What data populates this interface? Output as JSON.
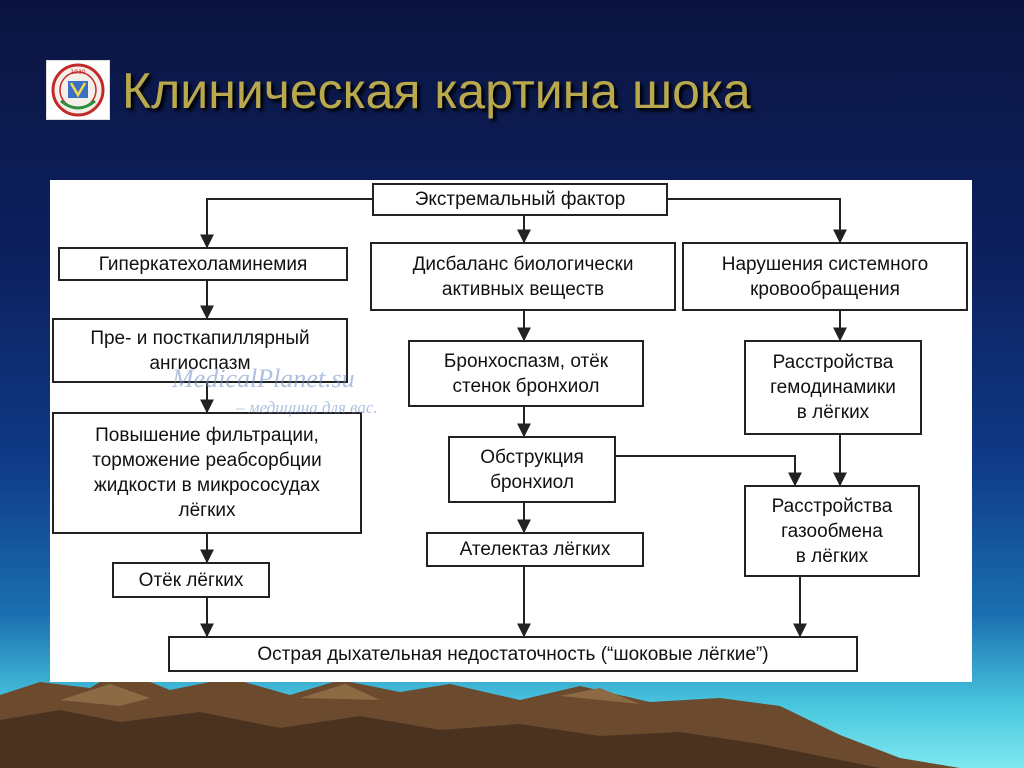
{
  "slide": {
    "title": "Клиническая картина шока",
    "logo": {
      "icon": "university-emblem-icon",
      "text": "1930"
    }
  },
  "watermark": {
    "line1": "MedicalPlanet.su",
    "line2": "– медицина для вас."
  },
  "diagram": {
    "boxes": {
      "extreme_factor": "Экстремальный фактор",
      "hypercatecholaminemia": "Гиперкатехоламинемия",
      "bioactive_imbalance": "Дисбаланс биологически\nактивных веществ",
      "circulation_disorder": "Нарушения системного\nкровообращения",
      "angiospasm": "Пре- и посткапиллярный\nангиоспазм",
      "bronchospasm": "Бронхоспазм, отёк\nстенок бронхиол",
      "hemodynamics": "Расстройства\nгемодинамики\nв лёгких",
      "filtration": "Повышение фильтрации,\nторможение реабсорбции\nжидкости в микрососудах\nлёгких",
      "obstruction": "Обструкция\nбронхиол",
      "gas_exchange": "Расстройства\nгазообмена\nв лёгких",
      "lung_edema": "Отёк лёгких",
      "atelectasis": "Ателектаз лёгких",
      "respiratory_failure": "Острая дыхательная недостаточность (“шоковые лёгкие”)"
    }
  },
  "colors": {
    "title": "#b9a94c",
    "panel": "#ffffff",
    "box_border": "#222222",
    "arrow": "#222222"
  }
}
